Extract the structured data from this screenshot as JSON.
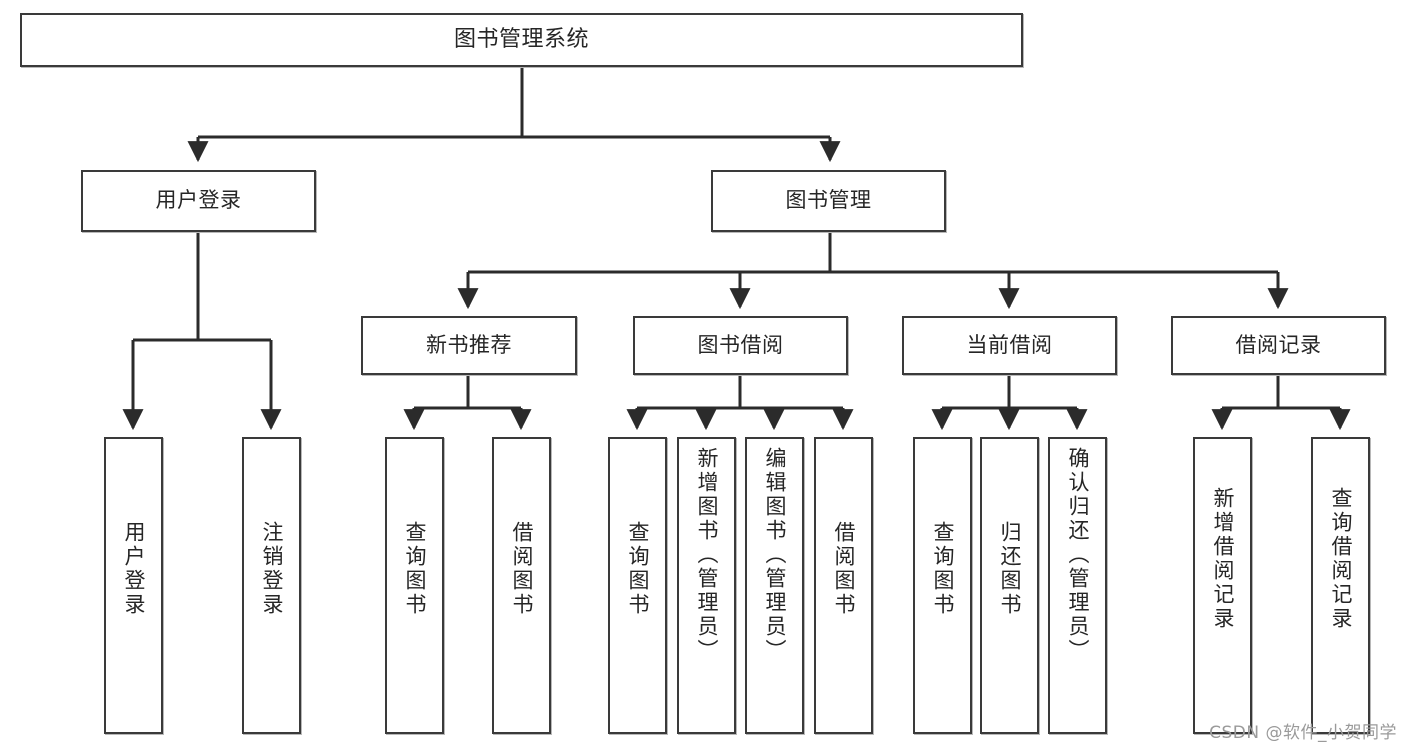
{
  "diagram": {
    "type": "tree-hierarchy",
    "title": "图书管理系统",
    "watermark": "CSDN @软件_小贺同学",
    "colors": {
      "box_border": "#3a3a3a",
      "box_fill": "#ffffff",
      "connector": "#2b2b2b",
      "text": "#262626",
      "watermark": "#9a9a9a"
    },
    "levels": {
      "root": {
        "label": "图书管理系统"
      },
      "level2": [
        {
          "label": "用户登录"
        },
        {
          "label": "图书管理"
        }
      ],
      "level3": [
        {
          "label": "新书推荐"
        },
        {
          "label": "图书借阅"
        },
        {
          "label": "当前借阅"
        },
        {
          "label": "借阅记录"
        }
      ],
      "leaves": [
        {
          "label": "用户登录",
          "parent": "用户登录"
        },
        {
          "label": "注销登录",
          "parent": "用户登录"
        },
        {
          "label": "查询图书",
          "parent": "新书推荐"
        },
        {
          "label": "借阅图书",
          "parent": "新书推荐"
        },
        {
          "label": "查询图书",
          "parent": "图书借阅"
        },
        {
          "label": "新增图书（管理员）",
          "parent": "图书借阅"
        },
        {
          "label": "编辑图书（管理员）",
          "parent": "图书借阅"
        },
        {
          "label": "借阅图书",
          "parent": "图书借阅"
        },
        {
          "label": "查询图书",
          "parent": "当前借阅"
        },
        {
          "label": "归还图书",
          "parent": "当前借阅"
        },
        {
          "label": "确认归还（管理员）",
          "parent": "当前借阅"
        },
        {
          "label": "新增借阅记录",
          "parent": "借阅记录"
        },
        {
          "label": "查询借阅记录",
          "parent": "借阅记录"
        }
      ]
    }
  }
}
